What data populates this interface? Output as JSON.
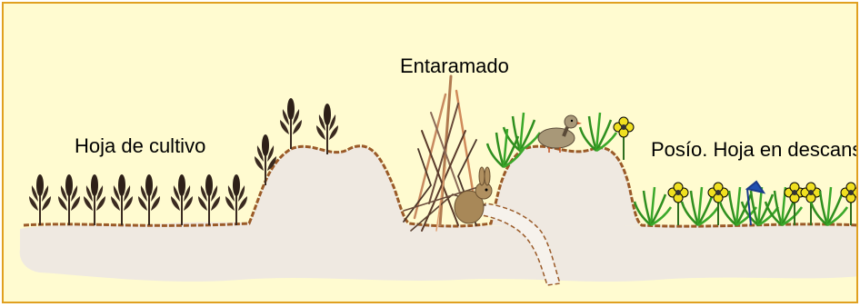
{
  "labels": {
    "cultivo": "Hoja de cultivo",
    "entaramado": "Entaramado",
    "descanso": "Posío. Hoja en descanso"
  },
  "colors": {
    "background": "#fffbd0",
    "border": "#e0a020",
    "soil": "#efe9e1",
    "soil_line": "#9a5a28",
    "wheat": "#3a2a20",
    "grass": "#2f8f1f",
    "flower": "#f0e020",
    "brush": "#5a3a2a"
  },
  "icons": [
    "wheat-icon",
    "brushwood-icon",
    "rabbit-icon",
    "partridge-icon",
    "grass-icon",
    "daisy-icon",
    "burrow-icon"
  ]
}
